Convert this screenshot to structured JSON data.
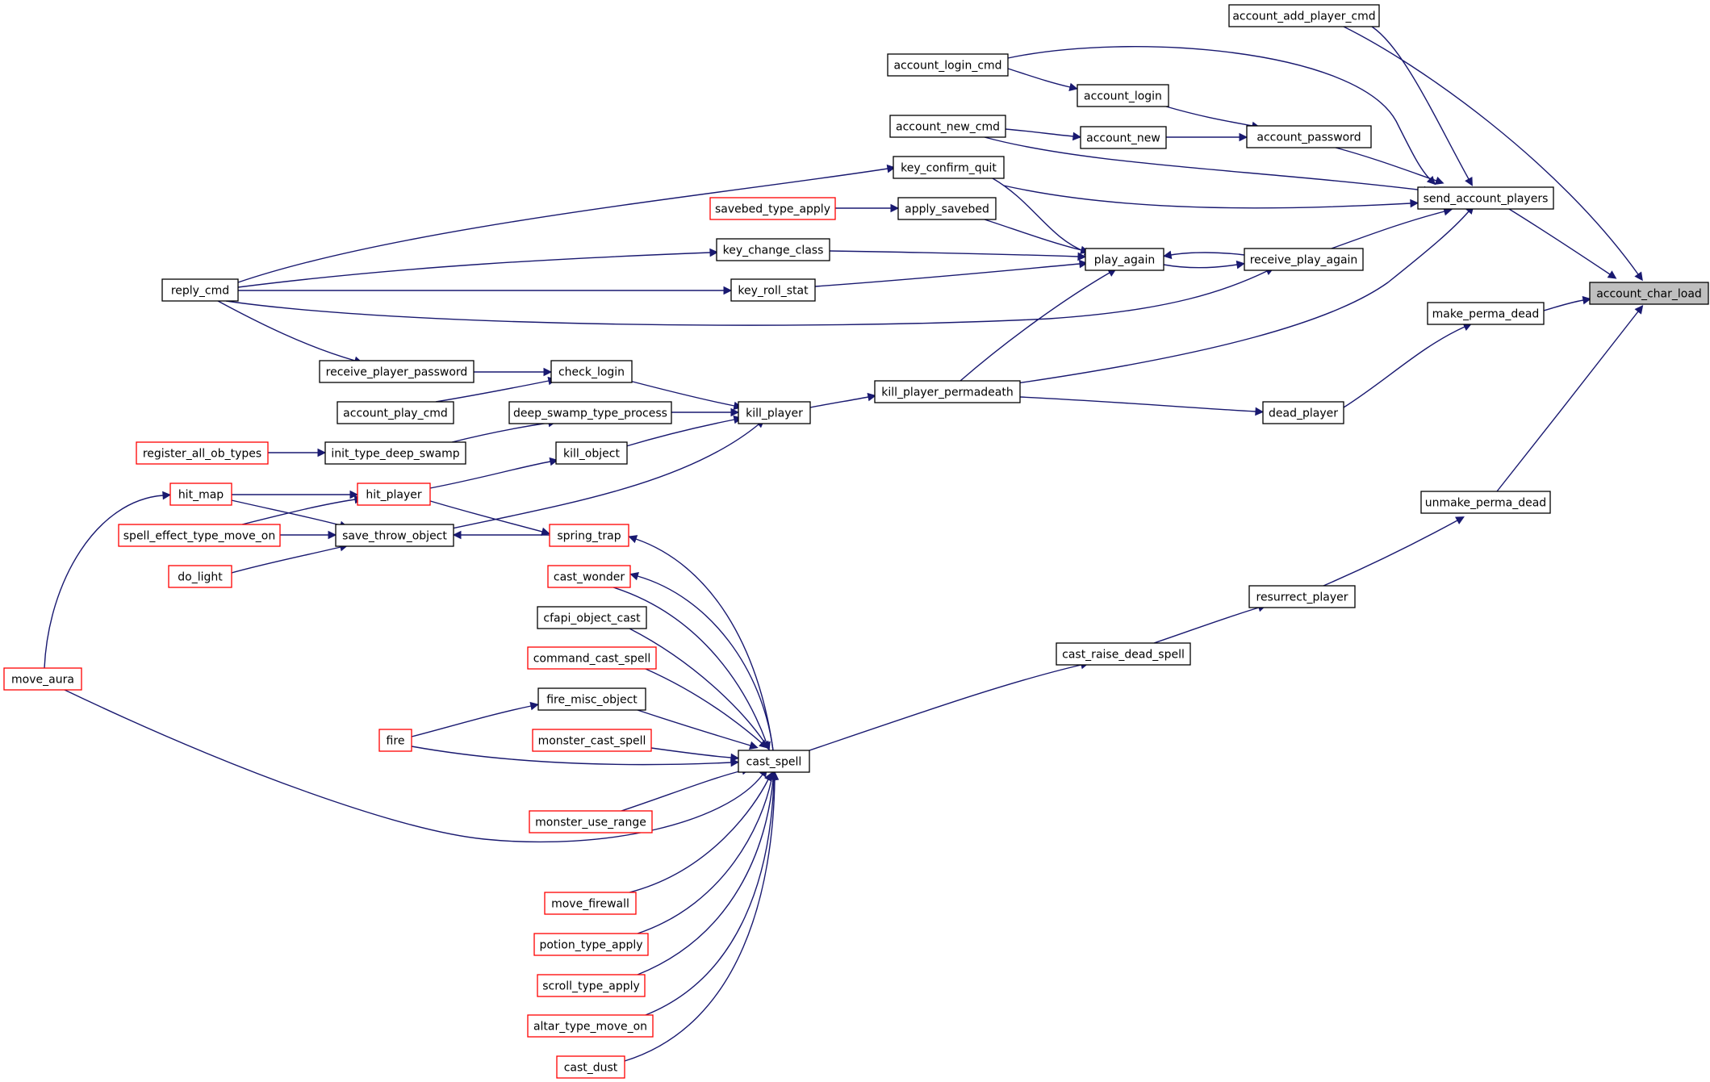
{
  "colors": {
    "edge": "#191970",
    "border_default": "#000000",
    "border_incomplete": "#ff0000",
    "root_fill": "#bfbfbf",
    "node_fill": "#ffffff"
  },
  "nodes": {
    "account_char_load": {
      "label": "account_char_load",
      "style": "root"
    },
    "account_add_player_cmd": {
      "label": "account_add_player_cmd",
      "style": "normal"
    },
    "send_account_players": {
      "label": "send_account_players",
      "style": "normal"
    },
    "make_perma_dead": {
      "label": "make_perma_dead",
      "style": "normal"
    },
    "unmake_perma_dead": {
      "label": "unmake_perma_dead",
      "style": "normal"
    },
    "account_login_cmd": {
      "label": "account_login_cmd",
      "style": "normal"
    },
    "account_login": {
      "label": "account_login",
      "style": "normal"
    },
    "account_new_cmd": {
      "label": "account_new_cmd",
      "style": "normal"
    },
    "account_new": {
      "label": "account_new",
      "style": "normal"
    },
    "account_password": {
      "label": "account_password",
      "style": "normal"
    },
    "key_confirm_quit": {
      "label": "key_confirm_quit",
      "style": "normal"
    },
    "savebed_type_apply": {
      "label": "savebed_type_apply",
      "style": "red"
    },
    "apply_savebed": {
      "label": "apply_savebed",
      "style": "normal"
    },
    "key_change_class": {
      "label": "key_change_class",
      "style": "normal"
    },
    "play_again": {
      "label": "play_again",
      "style": "normal"
    },
    "receive_play_again": {
      "label": "receive_play_again",
      "style": "normal"
    },
    "reply_cmd": {
      "label": "reply_cmd",
      "style": "normal"
    },
    "key_roll_stat": {
      "label": "key_roll_stat",
      "style": "normal"
    },
    "receive_player_password": {
      "label": "receive_player_password",
      "style": "normal"
    },
    "check_login": {
      "label": "check_login",
      "style": "normal"
    },
    "account_play_cmd": {
      "label": "account_play_cmd",
      "style": "normal"
    },
    "deep_swamp_type_process": {
      "label": "deep_swamp_type_process",
      "style": "normal"
    },
    "kill_player": {
      "label": "kill_player",
      "style": "normal"
    },
    "kill_player_permadeath": {
      "label": "kill_player_permadeath",
      "style": "normal"
    },
    "dead_player": {
      "label": "dead_player",
      "style": "normal"
    },
    "register_all_ob_types": {
      "label": "register_all_ob_types",
      "style": "red"
    },
    "init_type_deep_swamp": {
      "label": "init_type_deep_swamp",
      "style": "normal"
    },
    "kill_object": {
      "label": "kill_object",
      "style": "normal"
    },
    "hit_map": {
      "label": "hit_map",
      "style": "red"
    },
    "hit_player": {
      "label": "hit_player",
      "style": "red"
    },
    "spell_effect_type_move_on": {
      "label": "spell_effect_type_move_on",
      "style": "red"
    },
    "save_throw_object": {
      "label": "save_throw_object",
      "style": "normal"
    },
    "spring_trap": {
      "label": "spring_trap",
      "style": "red"
    },
    "do_light": {
      "label": "do_light",
      "style": "red"
    },
    "cast_wonder": {
      "label": "cast_wonder",
      "style": "red"
    },
    "cfapi_object_cast": {
      "label": "cfapi_object_cast",
      "style": "normal"
    },
    "command_cast_spell": {
      "label": "command_cast_spell",
      "style": "red"
    },
    "fire_misc_object": {
      "label": "fire_misc_object",
      "style": "normal"
    },
    "fire": {
      "label": "fire",
      "style": "red"
    },
    "monster_cast_spell": {
      "label": "monster_cast_spell",
      "style": "red"
    },
    "cast_spell": {
      "label": "cast_spell",
      "style": "normal"
    },
    "monster_use_range": {
      "label": "monster_use_range",
      "style": "red"
    },
    "move_aura": {
      "label": "move_aura",
      "style": "red"
    },
    "move_firewall": {
      "label": "move_firewall",
      "style": "red"
    },
    "potion_type_apply": {
      "label": "potion_type_apply",
      "style": "red"
    },
    "scroll_type_apply": {
      "label": "scroll_type_apply",
      "style": "red"
    },
    "altar_type_move_on": {
      "label": "altar_type_move_on",
      "style": "red"
    },
    "cast_dust": {
      "label": "cast_dust",
      "style": "red"
    },
    "cast_raise_dead_spell": {
      "label": "cast_raise_dead_spell",
      "style": "normal"
    },
    "resurrect_player": {
      "label": "resurrect_player",
      "style": "normal"
    }
  },
  "edges": [
    [
      "account_add_player_cmd",
      "account_char_load"
    ],
    [
      "send_account_players",
      "account_char_load"
    ],
    [
      "make_perma_dead",
      "account_char_load"
    ],
    [
      "unmake_perma_dead",
      "account_char_load"
    ],
    [
      "account_add_player_cmd",
      "send_account_players"
    ],
    [
      "account_login_cmd",
      "send_account_players"
    ],
    [
      "account_password",
      "send_account_players"
    ],
    [
      "account_new_cmd",
      "send_account_players"
    ],
    [
      "key_confirm_quit",
      "send_account_players"
    ],
    [
      "receive_play_again",
      "send_account_players"
    ],
    [
      "kill_player_permadeath",
      "send_account_players"
    ],
    [
      "account_login_cmd",
      "account_login"
    ],
    [
      "account_login",
      "account_password"
    ],
    [
      "account_new_cmd",
      "account_new"
    ],
    [
      "account_new",
      "account_password"
    ],
    [
      "reply_cmd",
      "key_confirm_quit"
    ],
    [
      "key_confirm_quit",
      "play_again"
    ],
    [
      "savebed_type_apply",
      "apply_savebed"
    ],
    [
      "apply_savebed",
      "play_again"
    ],
    [
      "reply_cmd",
      "key_change_class"
    ],
    [
      "key_change_class",
      "play_again"
    ],
    [
      "reply_cmd",
      "key_roll_stat"
    ],
    [
      "key_roll_stat",
      "play_again"
    ],
    [
      "receive_play_again",
      "play_again"
    ],
    [
      "play_again",
      "receive_play_again"
    ],
    [
      "reply_cmd",
      "receive_play_again"
    ],
    [
      "kill_player_permadeath",
      "play_again"
    ],
    [
      "reply_cmd",
      "receive_player_password"
    ],
    [
      "receive_player_password",
      "check_login"
    ],
    [
      "account_play_cmd",
      "check_login"
    ],
    [
      "check_login",
      "kill_player"
    ],
    [
      "deep_swamp_type_process",
      "kill_player"
    ],
    [
      "kill_object",
      "kill_player"
    ],
    [
      "save_throw_object",
      "kill_player"
    ],
    [
      "kill_player",
      "kill_player_permadeath"
    ],
    [
      "kill_player_permadeath",
      "dead_player"
    ],
    [
      "dead_player",
      "make_perma_dead"
    ],
    [
      "register_all_ob_types",
      "init_type_deep_swamp"
    ],
    [
      "init_type_deep_swamp",
      "deep_swamp_type_process"
    ],
    [
      "hit_player",
      "kill_object"
    ],
    [
      "hit_map",
      "hit_player"
    ],
    [
      "spell_effect_type_move_on",
      "hit_player"
    ],
    [
      "hit_map",
      "save_throw_object"
    ],
    [
      "hit_player",
      "spring_trap"
    ],
    [
      "spell_effect_type_move_on",
      "save_throw_object"
    ],
    [
      "spring_trap",
      "save_throw_object"
    ],
    [
      "do_light",
      "save_throw_object"
    ],
    [
      "move_aura",
      "hit_map"
    ],
    [
      "cast_spell",
      "spring_trap"
    ],
    [
      "cast_spell",
      "cast_wonder"
    ],
    [
      "cast_wonder",
      "cast_spell"
    ],
    [
      "cfapi_object_cast",
      "cast_spell"
    ],
    [
      "command_cast_spell",
      "cast_spell"
    ],
    [
      "fire_misc_object",
      "cast_spell"
    ],
    [
      "fire",
      "fire_misc_object"
    ],
    [
      "fire",
      "cast_spell"
    ],
    [
      "monster_cast_spell",
      "cast_spell"
    ],
    [
      "monster_use_range",
      "cast_spell"
    ],
    [
      "move_aura",
      "cast_spell"
    ],
    [
      "move_firewall",
      "cast_spell"
    ],
    [
      "potion_type_apply",
      "cast_spell"
    ],
    [
      "scroll_type_apply",
      "cast_spell"
    ],
    [
      "altar_type_move_on",
      "cast_spell"
    ],
    [
      "cast_dust",
      "cast_spell"
    ],
    [
      "cast_spell",
      "cast_raise_dead_spell"
    ],
    [
      "cast_raise_dead_spell",
      "resurrect_player"
    ],
    [
      "resurrect_player",
      "unmake_perma_dead"
    ]
  ]
}
